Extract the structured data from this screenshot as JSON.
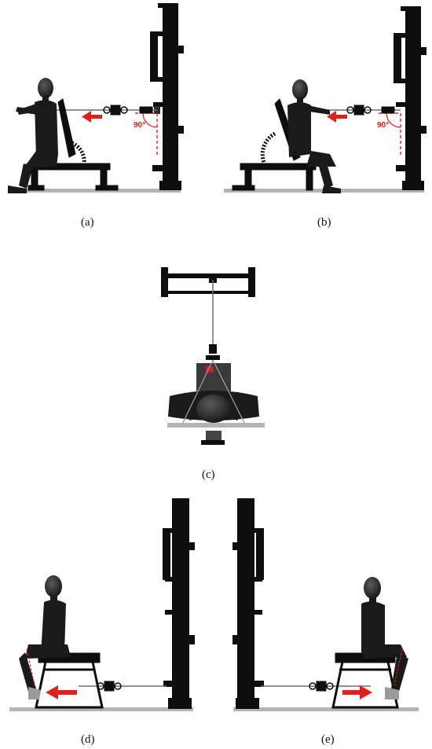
{
  "panels": {
    "a": {
      "caption": "(a)",
      "angle_label": "90°"
    },
    "b": {
      "caption": "(b)",
      "angle_label": "90°"
    },
    "c": {
      "caption": "(c)"
    },
    "d": {
      "caption": "(d)"
    },
    "e": {
      "caption": "(e)"
    }
  },
  "colors": {
    "figure": "#1a1a1a",
    "machine": "#0d0d0d",
    "floor": "#b4b4b4",
    "cable": "#6e6e6e",
    "arrow": "#e0201b",
    "angle": "#e0201b"
  },
  "icons": {
    "pull_arrow": "arrow-left-icon",
    "push_arrow": "arrow-right-icon",
    "load_cell": "load-cell-icon"
  }
}
